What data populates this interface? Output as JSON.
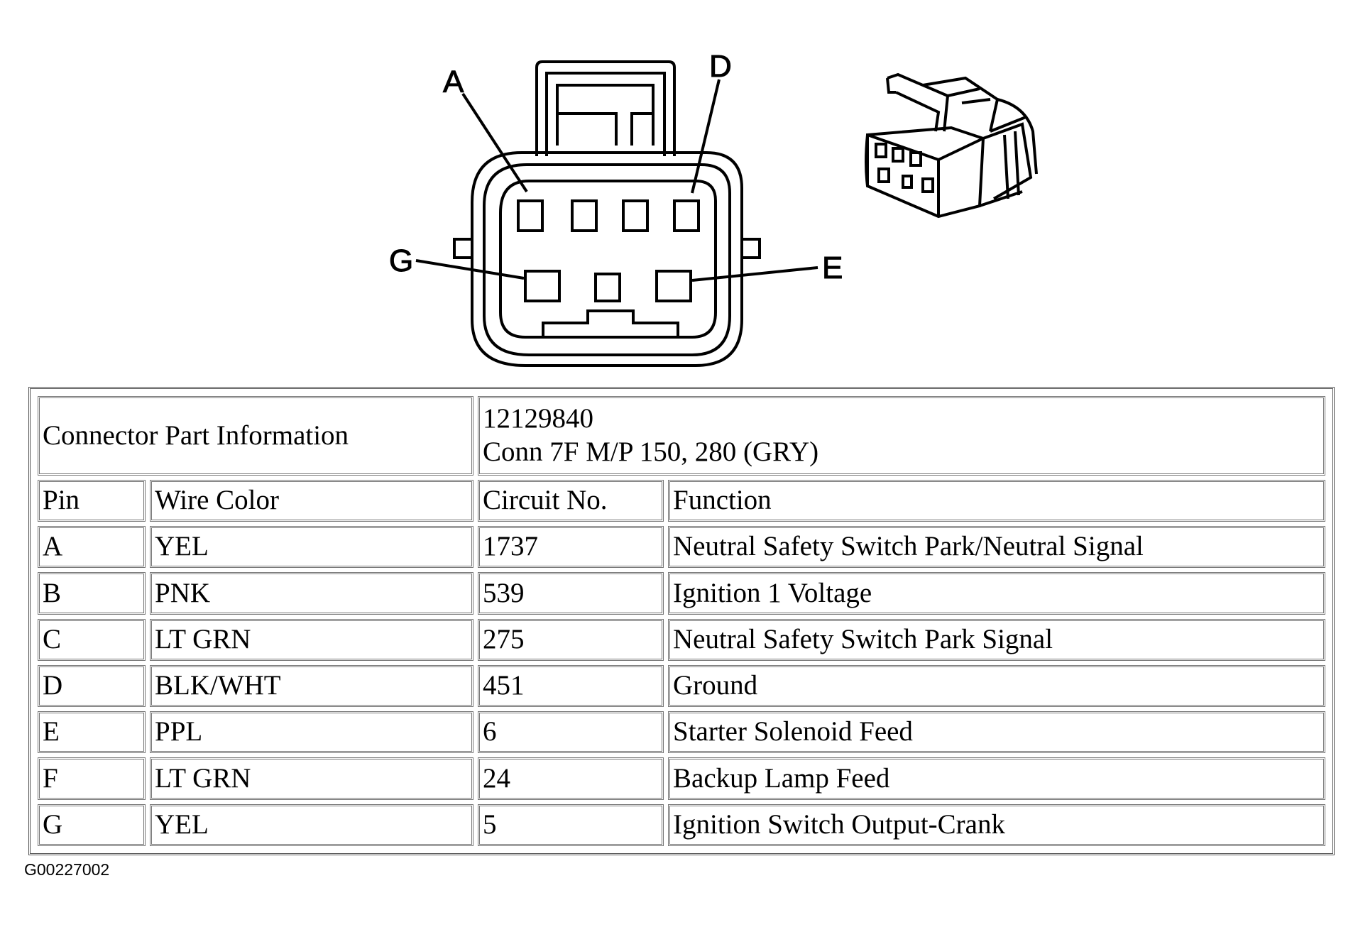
{
  "connector": {
    "pin_labels": {
      "a": "A",
      "d": "D",
      "g": "G",
      "e": "E"
    }
  },
  "table": {
    "info_label": "Connector Part Information",
    "part_number": "12129840",
    "part_description": "Conn 7F M/P 150, 280 (GRY)",
    "headers": [
      "Pin",
      "Wire Color",
      "Circuit No.",
      "Function"
    ],
    "rows": [
      {
        "pin": "A",
        "color": "YEL",
        "circuit": "1737",
        "function": "Neutral Safety Switch Park/Neutral Signal"
      },
      {
        "pin": "B",
        "color": "PNK",
        "circuit": "539",
        "function": "Ignition 1 Voltage"
      },
      {
        "pin": "C",
        "color": "LT GRN",
        "circuit": "275",
        "function": "Neutral Safety Switch Park Signal"
      },
      {
        "pin": "D",
        "color": "BLK/WHT",
        "circuit": "451",
        "function": "Ground"
      },
      {
        "pin": "E",
        "color": "PPL",
        "circuit": "6",
        "function": "Starter Solenoid Feed"
      },
      {
        "pin": "F",
        "color": "LT GRN",
        "circuit": "24",
        "function": "Backup Lamp Feed"
      },
      {
        "pin": "G",
        "color": "YEL",
        "circuit": "5",
        "function": "Ignition Switch Output-Crank"
      }
    ]
  },
  "figure_id": "G00227002"
}
